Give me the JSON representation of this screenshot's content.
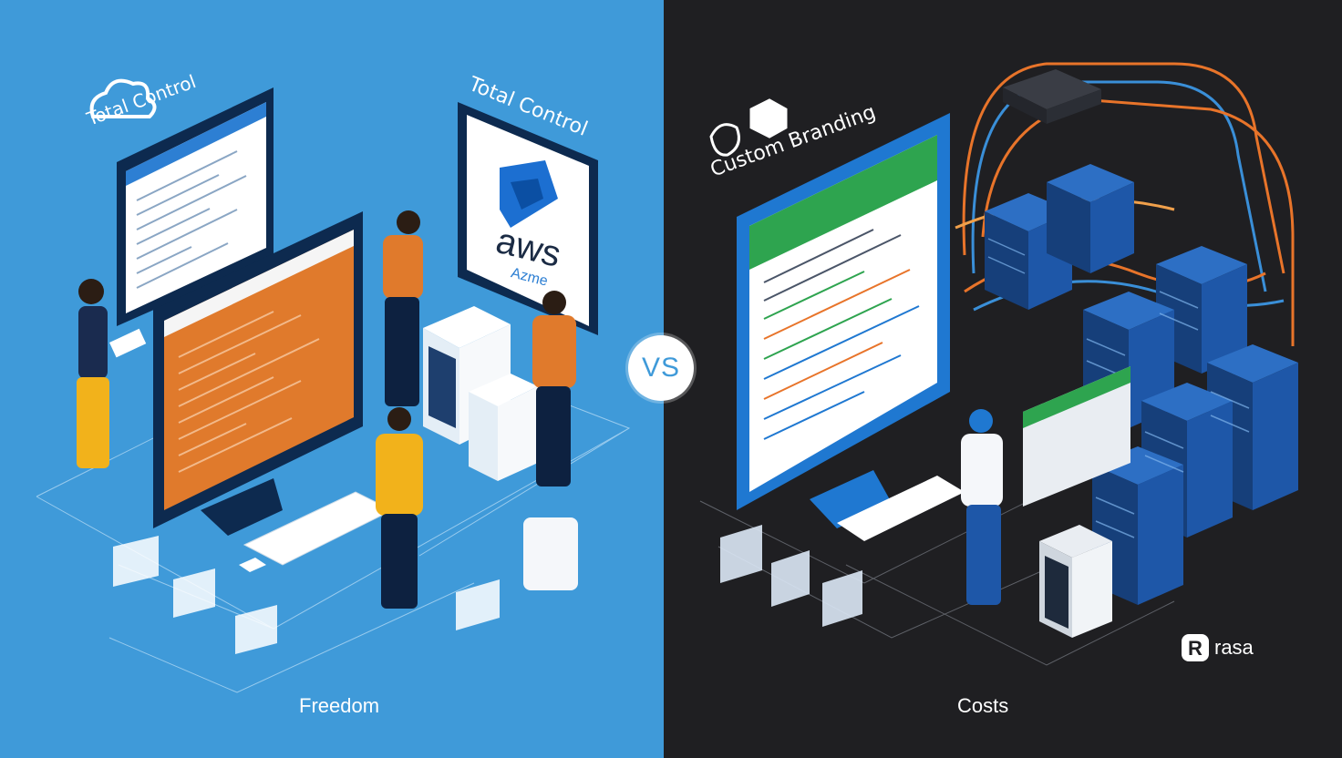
{
  "left_panel": {
    "bg_color": "#3f9ad9",
    "cloud_heading": "Total Control",
    "monitor_heading": "Total Control",
    "aws_logo_text": "aws",
    "aws_sub_text": "Azme",
    "caption": "Freedom"
  },
  "vs_badge": {
    "text": "VS"
  },
  "right_panel": {
    "bg_color": "#1f1f22",
    "heading": "Custom Branding",
    "caption": "Costs",
    "brand_name": "rasa",
    "brand_mark": "R"
  },
  "colors": {
    "accent_orange": "#e07a2c",
    "server_blue": "#1e57a8",
    "cable_orange": "#e8742a",
    "cable_blue": "#3a8fd8",
    "screen_green": "#2ea44f"
  }
}
